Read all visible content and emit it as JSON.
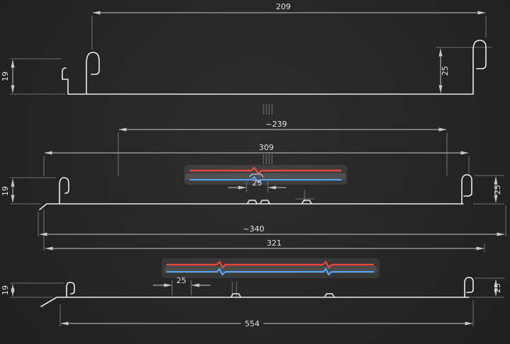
{
  "colors": {
    "background": "#272727",
    "profile_line": "#ececec",
    "dimension_line": "#c9c9c9",
    "extension_line": "#9b9b9b",
    "label_text": "#e4e4e4",
    "highlight_red": "#e8473f",
    "highlight_blue": "#54a8ff"
  },
  "top_view": {
    "width": "209",
    "left_height": "19",
    "right_height": "25"
  },
  "middle_view": {
    "upper_width": "~239",
    "upper_total_width": "309",
    "rib_spacing": "25",
    "left_height": "19",
    "right_height": "25",
    "lower_width": "~340",
    "lower_total_width": "321"
  },
  "bottom_view": {
    "rib_spacing": "25",
    "left_height": "19",
    "right_height": "25",
    "total_width": "554"
  }
}
